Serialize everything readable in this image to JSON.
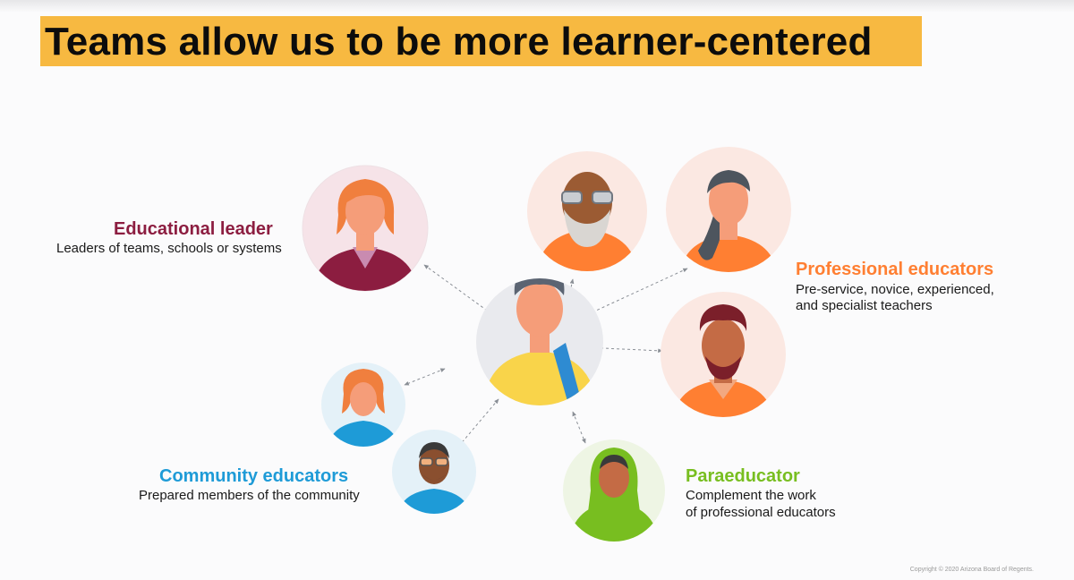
{
  "slide": {
    "title": "Teams allow us to be more learner-centered",
    "copyright": "Copyright © 2020 Arizona Board of Regents."
  },
  "colors": {
    "title_bar": "#f7b941",
    "educational_leader": "#8c1d40",
    "professional_educators": "#ff7f32",
    "community_educators": "#1e9bd7",
    "paraeducator": "#78be20"
  },
  "roles": {
    "educational_leader": {
      "title": "Educational leader",
      "description": "Leaders of teams, schools or systems"
    },
    "professional_educators": {
      "title": "Professional educators",
      "description_lines": [
        "Pre-service, novice, experienced,",
        "and specialist teachers"
      ]
    },
    "community_educators": {
      "title": "Community educators",
      "description": "Prepared members of the community"
    },
    "paraeducator": {
      "title": "Paraeducator",
      "description_lines": [
        "Complement the work",
        "of professional educators"
      ]
    }
  },
  "icons": {
    "center": "learner-avatar-icon",
    "educational_leader": "leader-avatar-icon",
    "professional_1": "bearded-teacher-avatar-icon",
    "professional_2": "ponytail-teacher-avatar-icon",
    "professional_3": "curly-teacher-avatar-icon",
    "community_1": "curly-woman-avatar-icon",
    "community_2": "man-with-glasses-avatar-icon",
    "paraeducator": "hijab-woman-avatar-icon"
  }
}
